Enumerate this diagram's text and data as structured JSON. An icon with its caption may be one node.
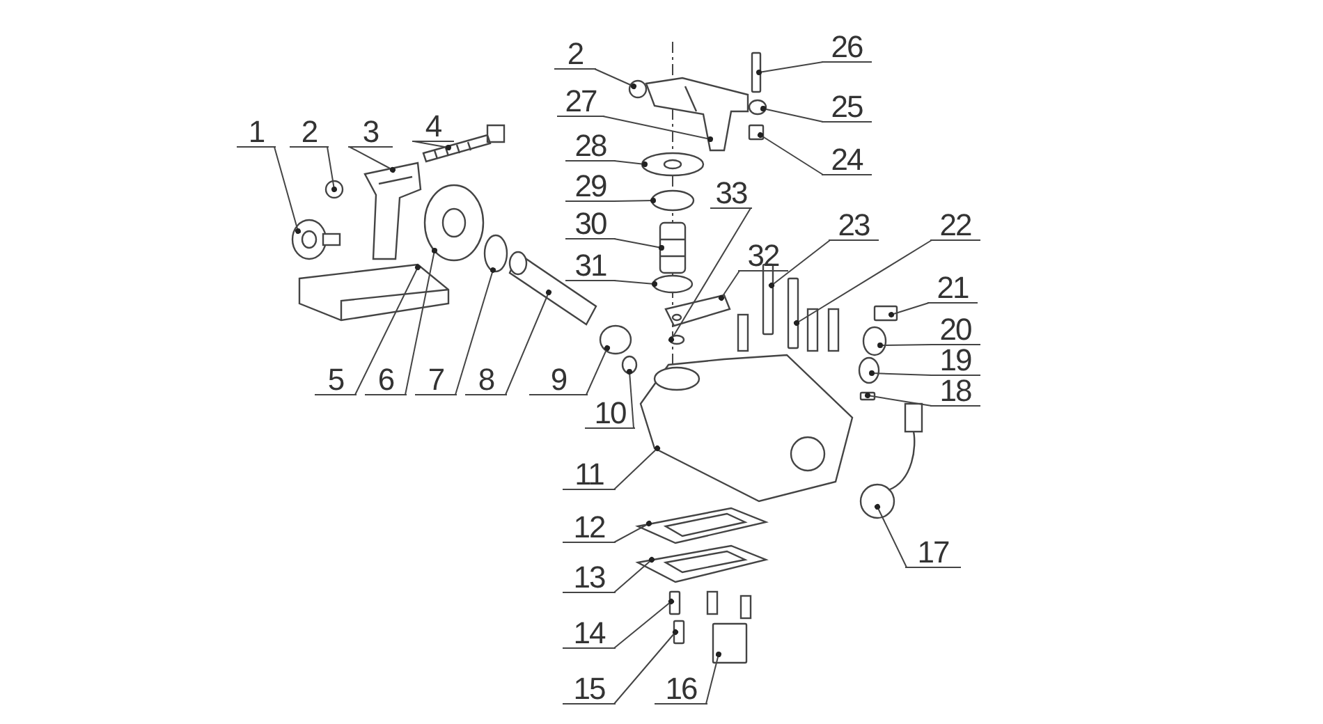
{
  "diagram": {
    "nodes": [
      {
        "text": [
          "1"
        ]
      },
      {
        "text": [
          "2"
        ]
      },
      {
        "text": [
          "3"
        ]
      },
      {
        "text": [
          "4"
        ]
      },
      {
        "text": [
          "5"
        ]
      },
      {
        "text": [
          "6"
        ]
      },
      {
        "text": [
          "7"
        ]
      },
      {
        "text": [
          "8"
        ]
      },
      {
        "text": [
          "9"
        ]
      },
      {
        "text": [
          "10"
        ]
      },
      {
        "text": [
          "11"
        ]
      },
      {
        "text": [
          "12"
        ]
      },
      {
        "text": [
          "13"
        ]
      },
      {
        "text": [
          "14"
        ]
      },
      {
        "text": [
          "15"
        ]
      },
      {
        "text": [
          "16"
        ]
      },
      {
        "text": [
          "17"
        ]
      },
      {
        "text": [
          "18"
        ]
      },
      {
        "text": [
          "19"
        ]
      },
      {
        "text": [
          "20"
        ]
      },
      {
        "text": [
          "21"
        ]
      },
      {
        "text": [
          "22"
        ]
      },
      {
        "text": [
          "23"
        ]
      },
      {
        "text": [
          "24"
        ]
      },
      {
        "text": [
          "25"
        ]
      },
      {
        "text": [
          "26"
        ]
      },
      {
        "text": [
          "2"
        ]
      },
      {
        "text": [
          "27"
        ]
      },
      {
        "text": [
          "28"
        ]
      },
      {
        "text": [
          "29"
        ]
      },
      {
        "text": [
          "30"
        ]
      },
      {
        "text": [
          "31"
        ]
      },
      {
        "text": [
          "32"
        ]
      },
      {
        "text": [
          "33"
        ]
      },
      {
        "text": [],
        "shape": "picture"
      },
      {
        "text": [],
        "shape": "circle"
      },
      {
        "text": [],
        "shape": "picture"
      },
      {
        "text": [],
        "shape": "picture"
      },
      {
        "text": [],
        "shape": "picture"
      },
      {
        "text": [],
        "shape": "picture"
      },
      {
        "text": [],
        "shape": "circle"
      },
      {
        "text": [],
        "shape": "picture"
      },
      {
        "text": [],
        "shape": "circle"
      },
      {
        "text": [],
        "shape": "circle"
      },
      {
        "text": [],
        "shape": "picture"
      },
      {
        "text": [],
        "shape": "picture"
      },
      {
        "text": [],
        "shape": "picture"
      },
      {
        "text": [],
        "shape": "box"
      },
      {
        "text": [],
        "shape": "box"
      },
      {
        "text": [],
        "shape": "box"
      },
      {
        "text": [],
        "shape": "picture"
      },
      {
        "text": [],
        "shape": "box"
      },
      {
        "text": [],
        "shape": "circle"
      },
      {
        "text": [],
        "shape": "circle"
      },
      {
        "text": [],
        "shape": "box"
      },
      {
        "text": [],
        "shape": "box"
      },
      {
        "text": [],
        "shape": "box"
      },
      {
        "text": [],
        "shape": "box"
      },
      {
        "text": [],
        "shape": "circle"
      },
      {
        "text": [],
        "shape": "box"
      },
      {
        "text": [],
        "shape": "circle"
      },
      {
        "text": [],
        "shape": "picture"
      },
      {
        "text": [],
        "shape": "picture"
      },
      {
        "text": [],
        "shape": "circle"
      },
      {
        "text": [],
        "shape": "picture"
      },
      {
        "text": [],
        "shape": "circle"
      },
      {
        "text": [],
        "shape": "picture"
      },
      {
        "text": [],
        "shape": "circle"
      }
    ],
    "edges": [
      {
        "from": 0,
        "to": 34,
        "arrow": "other"
      },
      {
        "from": 1,
        "to": 35,
        "arrow": "other"
      },
      {
        "from": 2,
        "to": 36,
        "arrow": "other"
      },
      {
        "from": 3,
        "to": 37,
        "arrow": "other"
      },
      {
        "from": 4,
        "to": 38,
        "arrow": "other"
      },
      {
        "from": 5,
        "to": 39,
        "arrow": "other"
      },
      {
        "from": 6,
        "to": 40,
        "arrow": "other"
      },
      {
        "from": 7,
        "to": 41,
        "arrow": "other"
      },
      {
        "from": 8,
        "to": 42,
        "arrow": "other"
      },
      {
        "from": 9,
        "to": 43,
        "arrow": "other"
      },
      {
        "from": 10,
        "to": 44,
        "arrow": "other"
      },
      {
        "from": 11,
        "to": 45,
        "arrow": "other"
      },
      {
        "from": 12,
        "to": 46,
        "arrow": "other"
      },
      {
        "from": 13,
        "to": 47,
        "arrow": "other"
      },
      {
        "from": 14,
        "to": 48,
        "arrow": "other"
      },
      {
        "from": 15,
        "to": 49,
        "arrow": "other"
      },
      {
        "from": 16,
        "to": 50,
        "arrow": "other"
      },
      {
        "from": 17,
        "to": 51,
        "arrow": "other"
      },
      {
        "from": 18,
        "to": 52,
        "arrow": "other"
      },
      {
        "from": 19,
        "to": 53,
        "arrow": "other"
      },
      {
        "from": 20,
        "to": 54,
        "arrow": "other"
      },
      {
        "from": 21,
        "to": 55,
        "arrow": "other"
      },
      {
        "from": 22,
        "to": 56,
        "arrow": "other"
      },
      {
        "from": 23,
        "to": 57,
        "arrow": "other"
      },
      {
        "from": 24,
        "to": 58,
        "arrow": "other"
      },
      {
        "from": 25,
        "to": 59,
        "arrow": "other"
      },
      {
        "from": 26,
        "to": 60,
        "arrow": "other"
      },
      {
        "from": 27,
        "to": 61,
        "arrow": "other"
      },
      {
        "from": 28,
        "to": 62,
        "arrow": "other"
      },
      {
        "from": 29,
        "to": 63,
        "arrow": "other"
      },
      {
        "from": 30,
        "to": 64,
        "arrow": "other"
      },
      {
        "from": 31,
        "to": 65,
        "arrow": "other"
      },
      {
        "from": 32,
        "to": 66,
        "arrow": "other"
      },
      {
        "from": 33,
        "to": 67,
        "arrow": "other"
      }
    ]
  }
}
